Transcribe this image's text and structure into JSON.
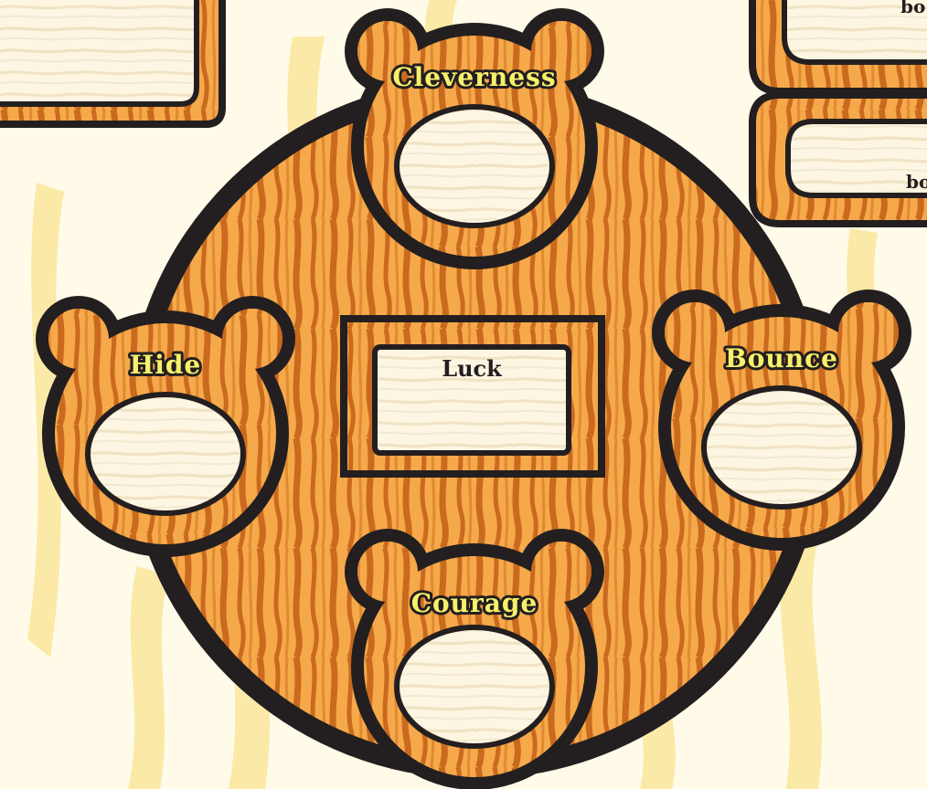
{
  "stats": {
    "top": {
      "label": "Cleverness",
      "value": ""
    },
    "left": {
      "label": "Hide",
      "value": ""
    },
    "right": {
      "label": "Bounce",
      "value": ""
    },
    "bottom": {
      "label": "Courage",
      "value": ""
    }
  },
  "center": {
    "label": "Luck",
    "value": ""
  },
  "side_panels": {
    "upper_partial_label": "bo",
    "lower_partial_label": "bo"
  },
  "colors": {
    "background": "#fffbe8",
    "background_stripe": "#fbe9a8",
    "wood_light": "#f6a94a",
    "wood_dark": "#c96a1f",
    "outline": "#231f20",
    "field_fill": "#fdf6e2",
    "label_text": "#f7f06a"
  }
}
